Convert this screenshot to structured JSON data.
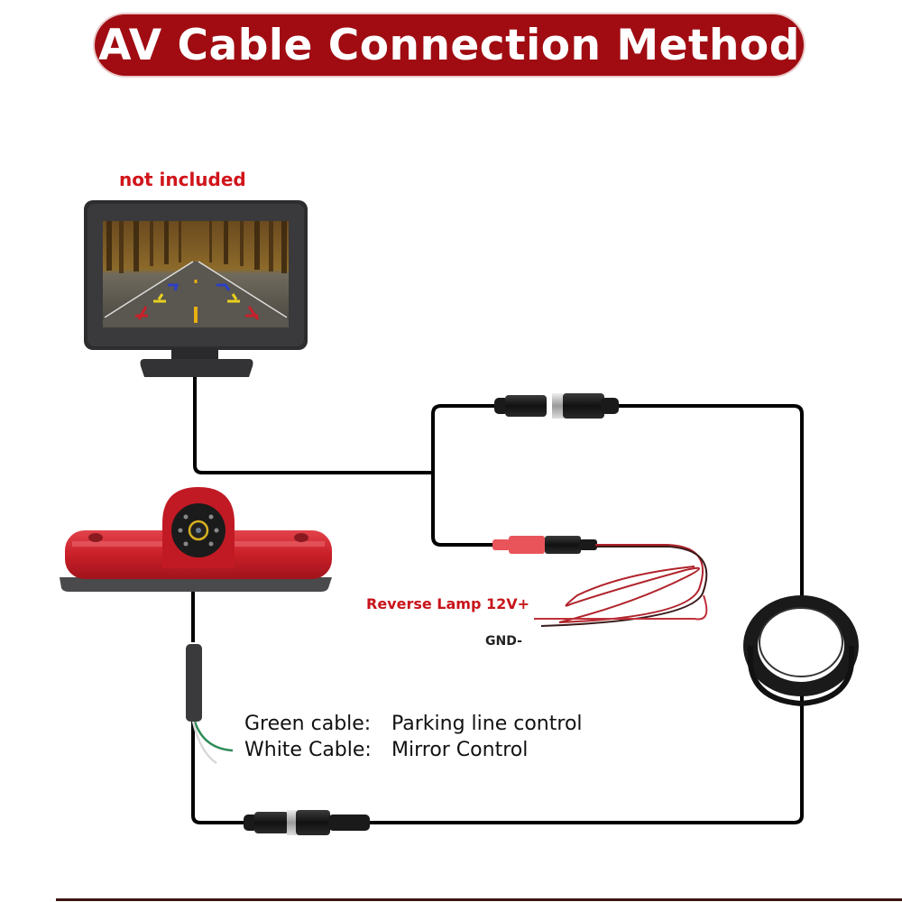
{
  "title": "AV Cable Connection Method",
  "monitor": {
    "note": "not included"
  },
  "power_cable": {
    "positive_label": "Reverse Lamp 12V+",
    "ground_label": "GND-"
  },
  "control_wires": [
    {
      "name": "Green cable:",
      "function": "Parking line control",
      "color": "#2e8b57"
    },
    {
      "name": "White Cable:",
      "function": "Mirror Control",
      "color": "#d8d8d8"
    }
  ],
  "colors": {
    "title_background": "#a00c12",
    "accent_red": "#d0151b",
    "cable": "#000000",
    "camera_housing": "#c8202a"
  }
}
